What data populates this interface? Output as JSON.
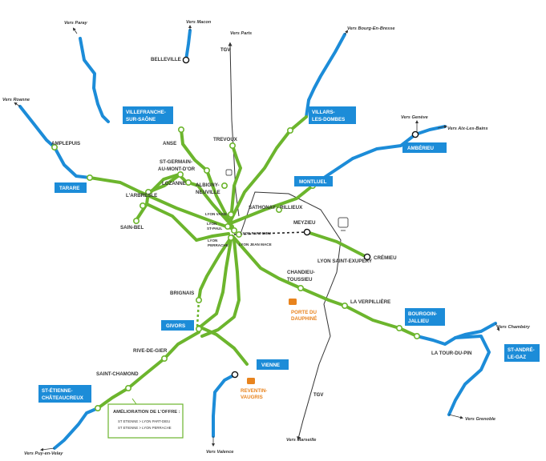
{
  "colors": {
    "green": "#6cb52d",
    "blue": "#1c8cd8",
    "box_fill": "#1c8cd8",
    "orange": "#e8831d",
    "tgv_line": "#333333"
  },
  "directions": {
    "paray": "Vers Paray",
    "macon": "Vers Macon",
    "paris": "Vers Paris",
    "bourg": "Vers Bourg-En-Bresse",
    "roanne": "Vers Roanne",
    "geneve": "Vers Genève",
    "aix": "Vers Aix-Les-Bains",
    "chambery": "Vers Chambéry",
    "grenoble": "Vers Grenoble",
    "valence": "Vers Valence",
    "marseille": "Vers Marseille",
    "puy": "Vers Puy-en-Velay"
  },
  "tgv_labels": {
    "north": "TGV",
    "south": "TGV"
  },
  "stations": {
    "belleville": "BELLEVILLE",
    "anse": "ANSE",
    "trevoux": "TREVOUX",
    "st_germain_1": "ST-GERMAIN-",
    "st_germain_2": "AU-MONT-D'OR",
    "lozanne": "LOZANNE",
    "albigny_1": "ALBIGNY-",
    "albigny_2": "NEUVILLE",
    "amplepuis": "AMPLEPUIS",
    "arbresle": "L'ARBRESLE",
    "sain_bel": "SAIN-BEL",
    "sathonay": "SATHONAY - RILLIEUX",
    "meyzieu": "MEYZIEU",
    "cremieu": "CRÉMIEU",
    "lyon_st_exupery": "LYON SAINT-EXUPERY",
    "chandieu_1": "CHANDIEU-",
    "chandieu_2": "TOUSSIEU",
    "verpilliere": "LA VERPILLIÈRE",
    "tour_du_pin": "LA TOUR-DU-PIN",
    "brignais": "BRIGNAIS",
    "rive_de_gier": "RIVE-DE-GIER",
    "saint_chamond": "SAINT-CHAMOND",
    "lyon_vaise": "LYON VAISE",
    "lyon_st_paul_1": "LYON",
    "lyon_st_paul_2": "ST-PAUL",
    "lyon_part_dieu": "LYON PART-DIEU",
    "lyon_perrache_1": "LYON",
    "lyon_perrache_2": "PERRACHE",
    "lyon_jean_mace": "LYON JEAN MACE"
  },
  "boxes": {
    "villefranche_1": "VILLEFRANCHE-",
    "villefranche_2": "SUR-SAÔNE",
    "villars_1": "VILLARS-",
    "villars_2": "LES-DOMBES",
    "amberieu": "AMBÉRIEU",
    "montluel": "MONTLUEL",
    "tarare": "TARARE",
    "bourgoin_1": "BOURGOIN-",
    "bourgoin_2": "JALLIEU",
    "st_andre_1": "ST-ANDRÉ-",
    "st_andre_2": "LE-GAZ",
    "givors": "GIVORS",
    "vienne": "VIENNE",
    "st_etienne_1": "ST-ÉTIENNE-",
    "st_etienne_2": "CHÂTEAUCREUX"
  },
  "orange_labels": {
    "porte_1": "PORTE DU",
    "porte_2": "DAUPHINÉ",
    "reventin_1": "REVENTIN-",
    "reventin_2": "VAUGRIS"
  },
  "info_box": {
    "title": "AMÉLIORATION DE L'OFFRE :",
    "line1": "ST ETIENNE > LYON PART-DIEU",
    "line2": "ST ETIENNE > LYON PERRACHE"
  }
}
